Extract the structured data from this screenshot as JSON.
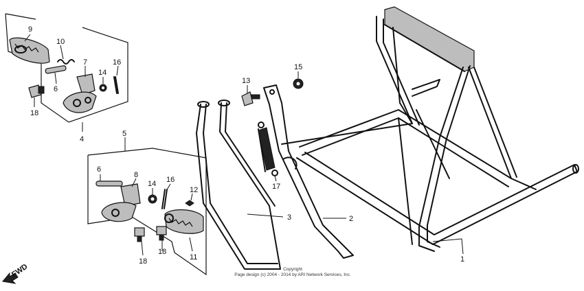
{
  "callouts": {
    "c9": "9",
    "c10": "10",
    "c7": "7",
    "c14a": "14",
    "c16a": "16",
    "c6a": "6",
    "c18a": "18",
    "c4": "4",
    "c5": "5",
    "c6b": "6",
    "c8": "8",
    "c14b": "14",
    "c16b": "16",
    "c12": "12",
    "c18b": "18",
    "c18c": "18",
    "c11": "11",
    "c13": "13",
    "c15": "15",
    "c17": "17",
    "c3": "3",
    "c2": "2",
    "c1": "1"
  },
  "copyright": {
    "line1": "Copyright",
    "line2": "Page design (c) 2004 - 2014 by ARI Network Services, Inc."
  },
  "direction": {
    "label": "FWD"
  }
}
